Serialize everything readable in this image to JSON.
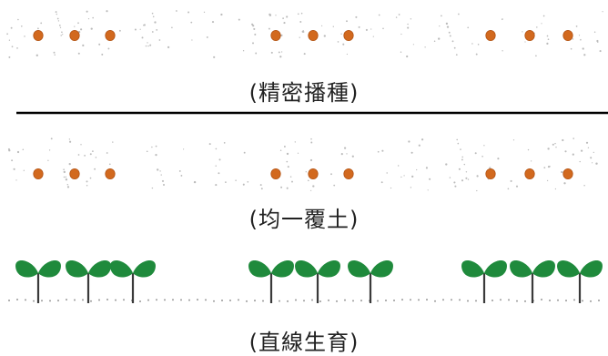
{
  "captions": {
    "precision_sowing": "(精密播種)",
    "uniform_covering": "(均一覆土)",
    "linear_growth": "(直線生育)"
  },
  "colors": {
    "seed": "#d2691e",
    "seed_outline": "#b35415",
    "soil_dot": "#bbbbbb",
    "divider": "#000000",
    "leaf": "#1f8a3c",
    "stem": "#3a3a3a",
    "text": "#222222"
  },
  "rows": [
    {
      "name": "seed-row-sowing",
      "seed_groups": 3,
      "seeds_per_group": 3
    },
    {
      "name": "seed-row-covering",
      "seed_groups": 3,
      "seeds_per_group": 3
    },
    {
      "name": "seedling-row",
      "plant_groups": 3,
      "plants_per_group": 3
    }
  ],
  "icons": {
    "seed": "seed-icon",
    "seedling": "seedling-icon"
  }
}
